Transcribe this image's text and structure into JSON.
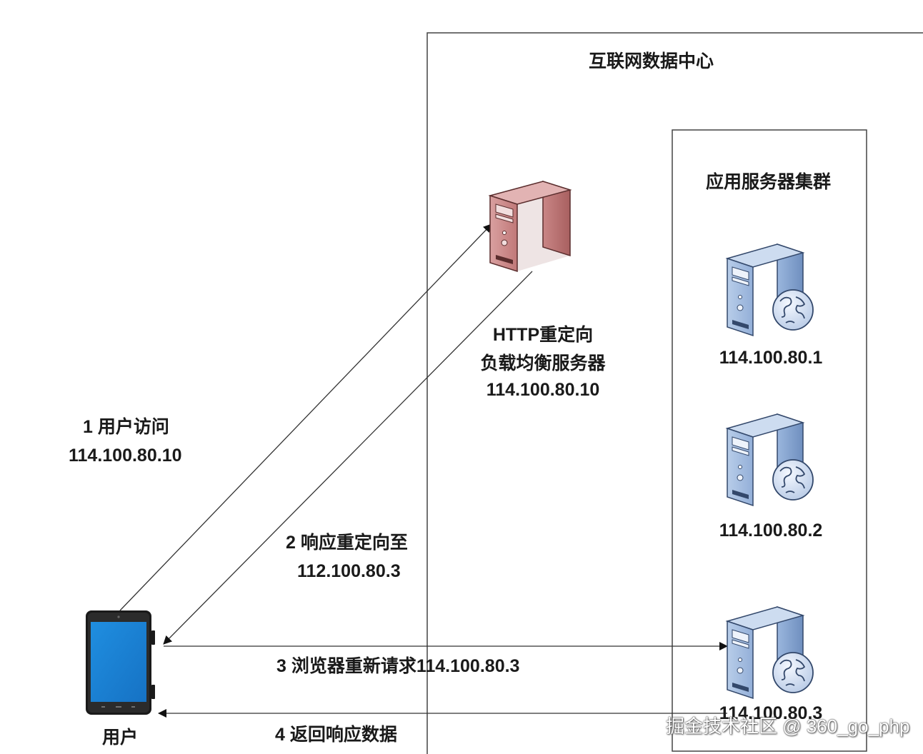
{
  "data_center": {
    "title": "互联网数据中心"
  },
  "cluster": {
    "title": "应用服务器集群",
    "servers": [
      {
        "ip": "114.100.80.1"
      },
      {
        "ip": "114.100.80.2"
      },
      {
        "ip": "114.100.80.3"
      }
    ]
  },
  "load_balancer": {
    "line1": "HTTP重定向",
    "line2": "负载均衡服务器",
    "ip": "114.100.80.10"
  },
  "user": {
    "label": "用户"
  },
  "steps": {
    "step1_line1": "1 用户访问",
    "step1_line2": "114.100.80.10",
    "step2_line1": "2 响应重定向至",
    "step2_line2": "112.100.80.3",
    "step3": "3 浏览器重新请求114.100.80.3",
    "step4": "4 返回响应数据"
  },
  "watermark": "掘金技术社区 @ 360_go_php",
  "colors": {
    "lb_server": "#c98585",
    "app_server": "#9ab6dd",
    "phone_screen": "#1e86d6",
    "line": "#333333"
  },
  "icons": {
    "load_balancer": "server-tower-icon",
    "app_server": "web-server-globe-icon",
    "user_device": "tablet-phone-icon"
  }
}
